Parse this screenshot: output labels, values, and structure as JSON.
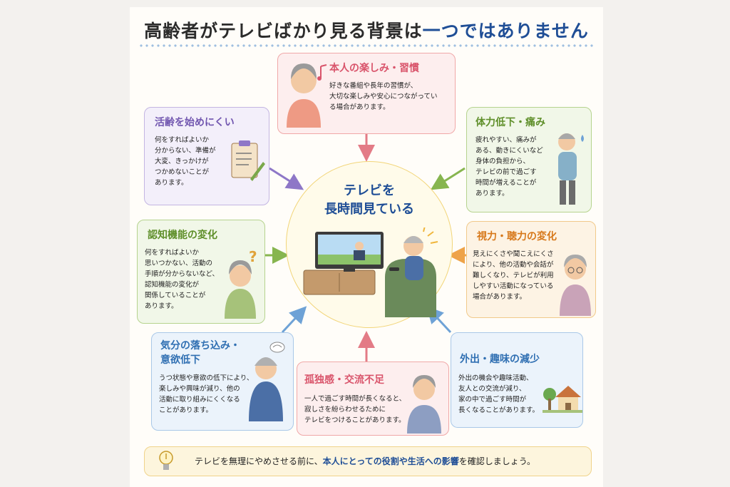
{
  "title": {
    "part1": "高齢者がテレビばかり見る背景は",
    "part2": "一つではありません"
  },
  "center": {
    "line1": "テレビを",
    "line2": "長時間見ている"
  },
  "cards": {
    "enjoy": {
      "title": "本人の楽しみ・習慣",
      "lines": [
        "好きな番組や長年の習慣が、",
        "大切な楽しみや安心につながってい",
        "る場合があります。"
      ]
    },
    "hobby": {
      "title": "活齢を始めにくい",
      "lines": [
        "何をすればよいか",
        "分からない、準備が",
        "大変、きっかけが",
        "つかめないことが",
        "あります。"
      ]
    },
    "stamina": {
      "title": "体力低下・痛み",
      "lines": [
        "疲れやすい、痛みが",
        "ある、動きにくいなど",
        "身体の負担から、",
        "テレビの前で過ごす",
        "時間が増えることが",
        "あります。"
      ]
    },
    "cognition": {
      "title": "認知機能の変化",
      "lines": [
        "何をすればよいか",
        "思いつかない、活動の",
        "手順が分からないなど、",
        "認知機能の変化が",
        "関係していることが",
        "あります。"
      ]
    },
    "senses": {
      "title": "視力・聴力の変化",
      "lines": [
        "見えにくさや聞こえにくさ",
        "により、他の活動や会話が",
        "難しくなり、テレビが利用",
        "しやすい活動になっている",
        "場合があります。"
      ]
    },
    "mood": {
      "title_lines": [
        "気分の落ち込み・",
        "意欲低下"
      ],
      "lines": [
        "うつ状態や意欲の低下により、",
        "楽しみや興味が減り、他の",
        "活動に取り組みにくくなる",
        "ことがあります。"
      ]
    },
    "lonely": {
      "title": "孤独感・交流不足",
      "lines": [
        "一人で過ごす時間が長くなると、",
        "寂しさを紛らわせるために",
        "テレビをつけることがあります。"
      ]
    },
    "outing": {
      "title": "外出・趣味の減少",
      "lines": [
        "外出の機会や趣味活動、",
        "友人との交流が減り、",
        "家の中で過ごす時間が",
        "長くなることがあります。"
      ]
    }
  },
  "tip": {
    "pre": "テレビを無理にやめさせる前に、",
    "em": "本人にとっての役割や生活への影響",
    "post": "を確認しましょう。"
  },
  "colors": {
    "pink": "#d9546b",
    "green": "#5f8f2a",
    "purple": "#7257b0",
    "orange": "#d7781a",
    "blue": "#2f6fb2",
    "accent": "#1f4e96"
  },
  "icons": [
    "music-note-icon",
    "clipboard-icon",
    "sweat-icon",
    "question-mark-icon",
    "worry-cloud-icon",
    "house-icon",
    "tree-icon",
    "lightbulb-icon",
    "tv-icon"
  ]
}
